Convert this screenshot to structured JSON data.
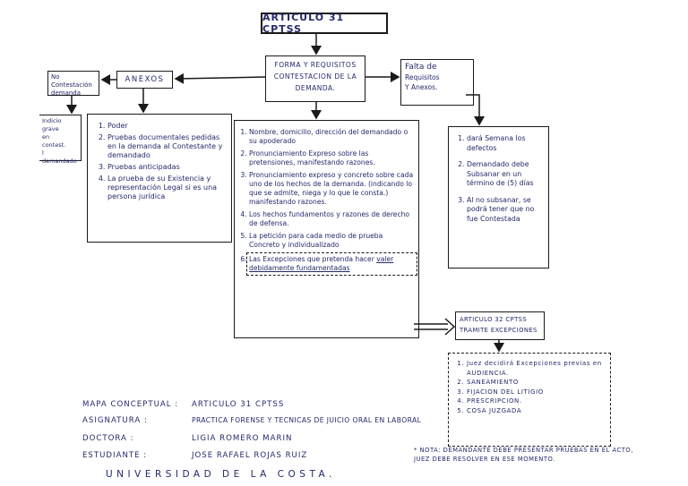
{
  "title": "ARTICULO 31 CPTSS",
  "center": "FORMA Y REQUISITOS CONTESTACION DE LA DEMANDA.",
  "anexos": "ANEXOS",
  "no_contestacion": "No Contestación demanda",
  "left_cut": [
    "Indicio",
    "grave",
    "en",
    "contest.",
    "l demandado"
  ],
  "falta": {
    "line1": "Falta de",
    "line2": "Requisitos",
    "line3": "Y Anexos."
  },
  "anexos_list": [
    "Poder",
    "Pruebas documentales pedidas en la demanda al Contestante y demandado",
    "Pruebas anticipadas",
    "La prueba de su Existencia y representación Legal si es una persona jurídica"
  ],
  "main_list": [
    "Nombre, domicilio, dirección del demandado o su apoderado",
    "Pronunciamiento Expreso sobre las pretensiones, manifestando razones.",
    "Pronunciamiento expreso y concreto sobre cada uno de los hechos de la demanda. (indicando lo que se admite, niega y lo que le consta.) manifestando razones.",
    "Los hechos fundamentos y razones de derecho de defensa.",
    "La petición para cada medio de prueba Concreto y individualizado"
  ],
  "main_item6": {
    "text": "Las Excepciones que pretenda hacer",
    "underlined": "valer debidamente fundamentadas"
  },
  "falta_list": [
    "dará Semana los defectos",
    "Demandado debe Subsanar en un término de (5) días",
    "Al no subsanar, se podrá tener que no fue Contestada"
  ],
  "art32": {
    "line1": "ARTICULO 32 CPTSS",
    "line2": "TRAMITE EXCEPCIONES"
  },
  "tramite_list": [
    "Juez decidirá Excepciones previas en AUDIENCIA.",
    "SANEAMIENTO",
    "FIJACION DEL LITIGIO",
    "PRESCRIPCION.",
    "COSA JUZGADA"
  ],
  "footer": [
    {
      "label": "MAPA CONCEPTUAL :",
      "value": "ARTICULO 31 CPTSS"
    },
    {
      "label": "ASIGNATURA :",
      "value": "PRACTICA FORENSE Y TECNICAS DE JUICIO ORAL EN LABORAL"
    },
    {
      "label": "DOCTORA :",
      "value": "LIGIA ROMERO MARIN"
    },
    {
      "label": "ESTUDIANTE :",
      "value": "JOSE RAFAEL ROJAS RUIZ"
    }
  ],
  "university": "UNIVERSIDAD DE LA COSTA.",
  "nota": "* NOTA: DEMANDANTE DEBE PRESENTAR PRUEBAS EN EL ACTO, JUEZ DEBE RESOLVER EN ESE MOMENTO."
}
